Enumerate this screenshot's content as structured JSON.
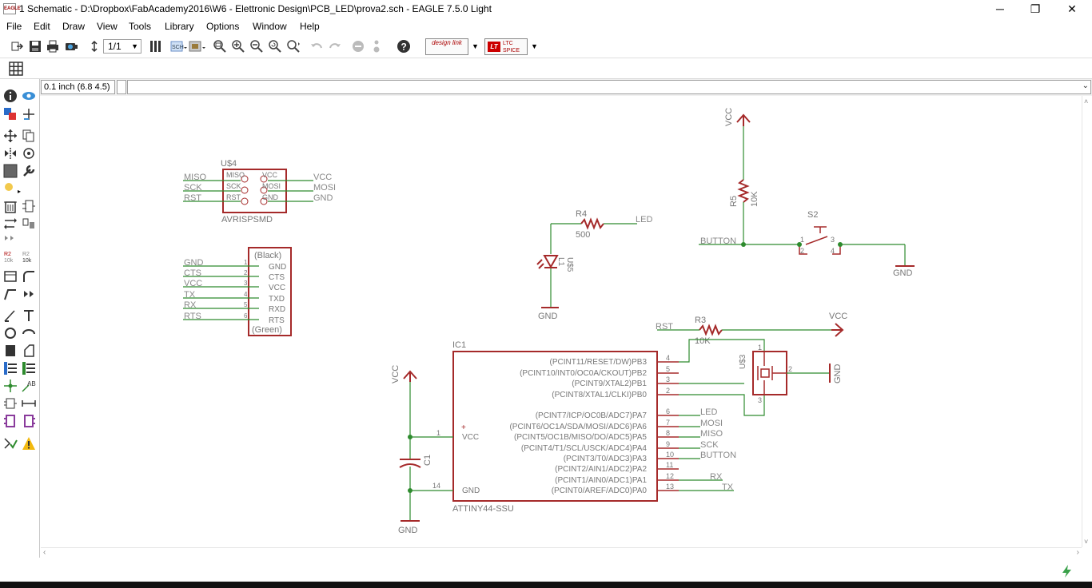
{
  "window": {
    "title": "1 Schematic - D:\\Dropbox\\FabAcademy2016\\W6 - Elettronic Design\\PCB_LED\\prova2.sch - EAGLE 7.5.0 Light",
    "app_icon": "EAGLE",
    "minimize": "─",
    "restore": "❐",
    "close": "✕"
  },
  "menu": {
    "items": [
      "File",
      "Edit",
      "Draw",
      "View",
      "Tools",
      "Library",
      "Options",
      "Window",
      "Help"
    ]
  },
  "toolbar": {
    "sheet_select": "1/1",
    "help": "?",
    "designlink_label": "design link",
    "ltspice_label": "LTC SPICE"
  },
  "command": {
    "grid_coord": "0.1 inch (6.8 4.5)",
    "input_value": ""
  },
  "schematic": {
    "u4": {
      "name": "U$4",
      "value": "AVRISPSMD",
      "pins_left": [
        "MISO",
        "SCK",
        "RST"
      ],
      "pins_right": [
        "VCC",
        "MOSI",
        "GND"
      ],
      "nets_left": [
        "MISO",
        "SCK",
        "RST"
      ],
      "nets_right": [
        "VCC",
        "MOSI",
        "GND"
      ]
    },
    "ftdi": {
      "top_label": "(Black)",
      "bottom_label": "(Green)",
      "pins": [
        "GND",
        "CTS",
        "VCC",
        "TXD",
        "RXD",
        "RTS"
      ],
      "nums": [
        "1",
        "2",
        "3",
        "4",
        "5",
        "6"
      ],
      "nets": [
        "GND",
        "CTS",
        "VCC",
        "TX",
        "RX",
        "RTS"
      ]
    },
    "r4": {
      "name": "R4",
      "value": "500",
      "net": "LED"
    },
    "led": {
      "name": "L1",
      "value": "U$5",
      "gnd": "GND"
    },
    "r5": {
      "name": "R5",
      "value": "10K",
      "vcc": "VCC"
    },
    "s2": {
      "name": "S2",
      "net": "BUTTON",
      "gnd": "GND",
      "p1": "1",
      "p2": "2",
      "p3": "3",
      "p4": "4"
    },
    "r3": {
      "name": "R3",
      "value": "10K",
      "net_left": "RST",
      "net_right": "VCC"
    },
    "ic1": {
      "name": "IC1",
      "value": "ATTINY44-SSU",
      "left_pins": [
        "VCC",
        "GND"
      ],
      "left_nums": [
        "1",
        "14"
      ],
      "right_pins": [
        "(PCINT11/RESET/DW)PB3",
        "(PCINT10/INT0/OC0A/CKOUT)PB2",
        "(PCINT9/XTAL2)PB1",
        "(PCINT8/XTAL1/CLKI)PB0",
        "(PCINT7/ICP/OC0B/ADC7)PA7",
        "(PCINT6/OC1A/SDA/MOSI/ADC6)PA6",
        "(PCINT5/OC1B/MISO/DO/ADC5)PA5",
        "(PCINT4/T1/SCL/USCK/ADC4)PA4",
        "(PCINT3/T0/ADC3)PA3",
        "(PCINT2/AIN1/ADC2)PA2",
        "(PCINT1/AIN0/ADC1)PA1",
        "(PCINT0/AREF/ADC0)PA0"
      ],
      "right_nums": [
        "4",
        "5",
        "3",
        "2",
        "6",
        "7",
        "8",
        "9",
        "10",
        "11",
        "12",
        "13"
      ],
      "right_nets": [
        "LED",
        "MOSI",
        "MISO",
        "SCK",
        "BUTTON",
        "RX",
        "TX"
      ]
    },
    "c1": {
      "name": "C1",
      "vcc": "VCC",
      "gnd": "GND"
    },
    "u3": {
      "name": "U$3",
      "gnd": "GND",
      "p1": "1",
      "p2": "2",
      "p3": "3"
    }
  },
  "colors": {
    "symbol": "#a52a2a",
    "wire": "#2e8b2e",
    "net_label": "#a0a0a0",
    "junction": "#2e8b2e"
  }
}
